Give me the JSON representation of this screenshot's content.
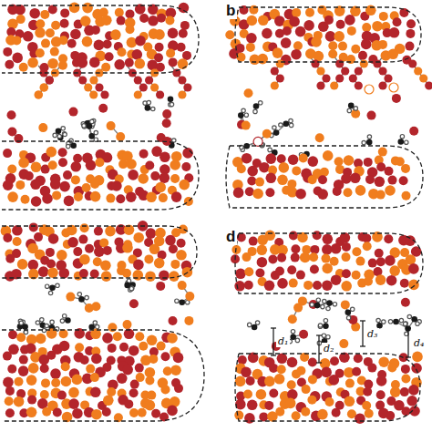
{
  "diagram": {
    "labels": [
      "b",
      "d",
      "d₁",
      "d₂",
      "d₃",
      "d₄"
    ]
  }
}
